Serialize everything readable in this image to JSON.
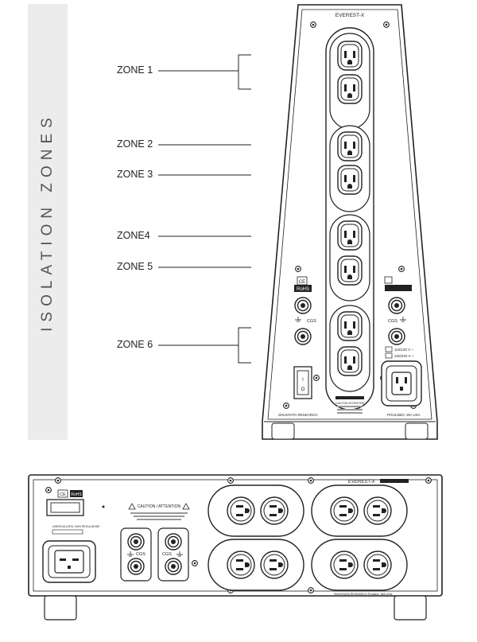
{
  "sidebar": {
    "title": "ISOLATION ZONES"
  },
  "zones": [
    {
      "label": "ZONE 1"
    },
    {
      "label": "ZONE 2"
    },
    {
      "label": "ZONE 3"
    },
    {
      "label": "ZONE4"
    },
    {
      "label": "ZONE 5"
    },
    {
      "label": "ZONE 6"
    }
  ],
  "front_unit": {
    "model": "EVEREST-X",
    "ce_mark": "CE",
    "rohs_mark": "RoHS",
    "cgs_left": "CGS",
    "cgs_right": "CGS",
    "voltage_1": "110/120 V ~",
    "voltage_2": "220/240 V ~",
    "manufacturer": "SHUNYATA RESEARCH",
    "location": "POULSBO, WA USA",
    "caution": "CAUTION ATTENTION"
  },
  "rear_unit": {
    "model": "EVEREST-X",
    "ce_mark": "CE",
    "rohs_mark": "RoHS",
    "caution_title": "CAUTION / ATTENTION",
    "cgs_left": "CGS",
    "cgs_right": "CGS",
    "footer": "SHUNYATA RESEARCH  Poulsbo, WA USA",
    "voltage_box": "UNREGULATED, NON REGULARISE"
  }
}
